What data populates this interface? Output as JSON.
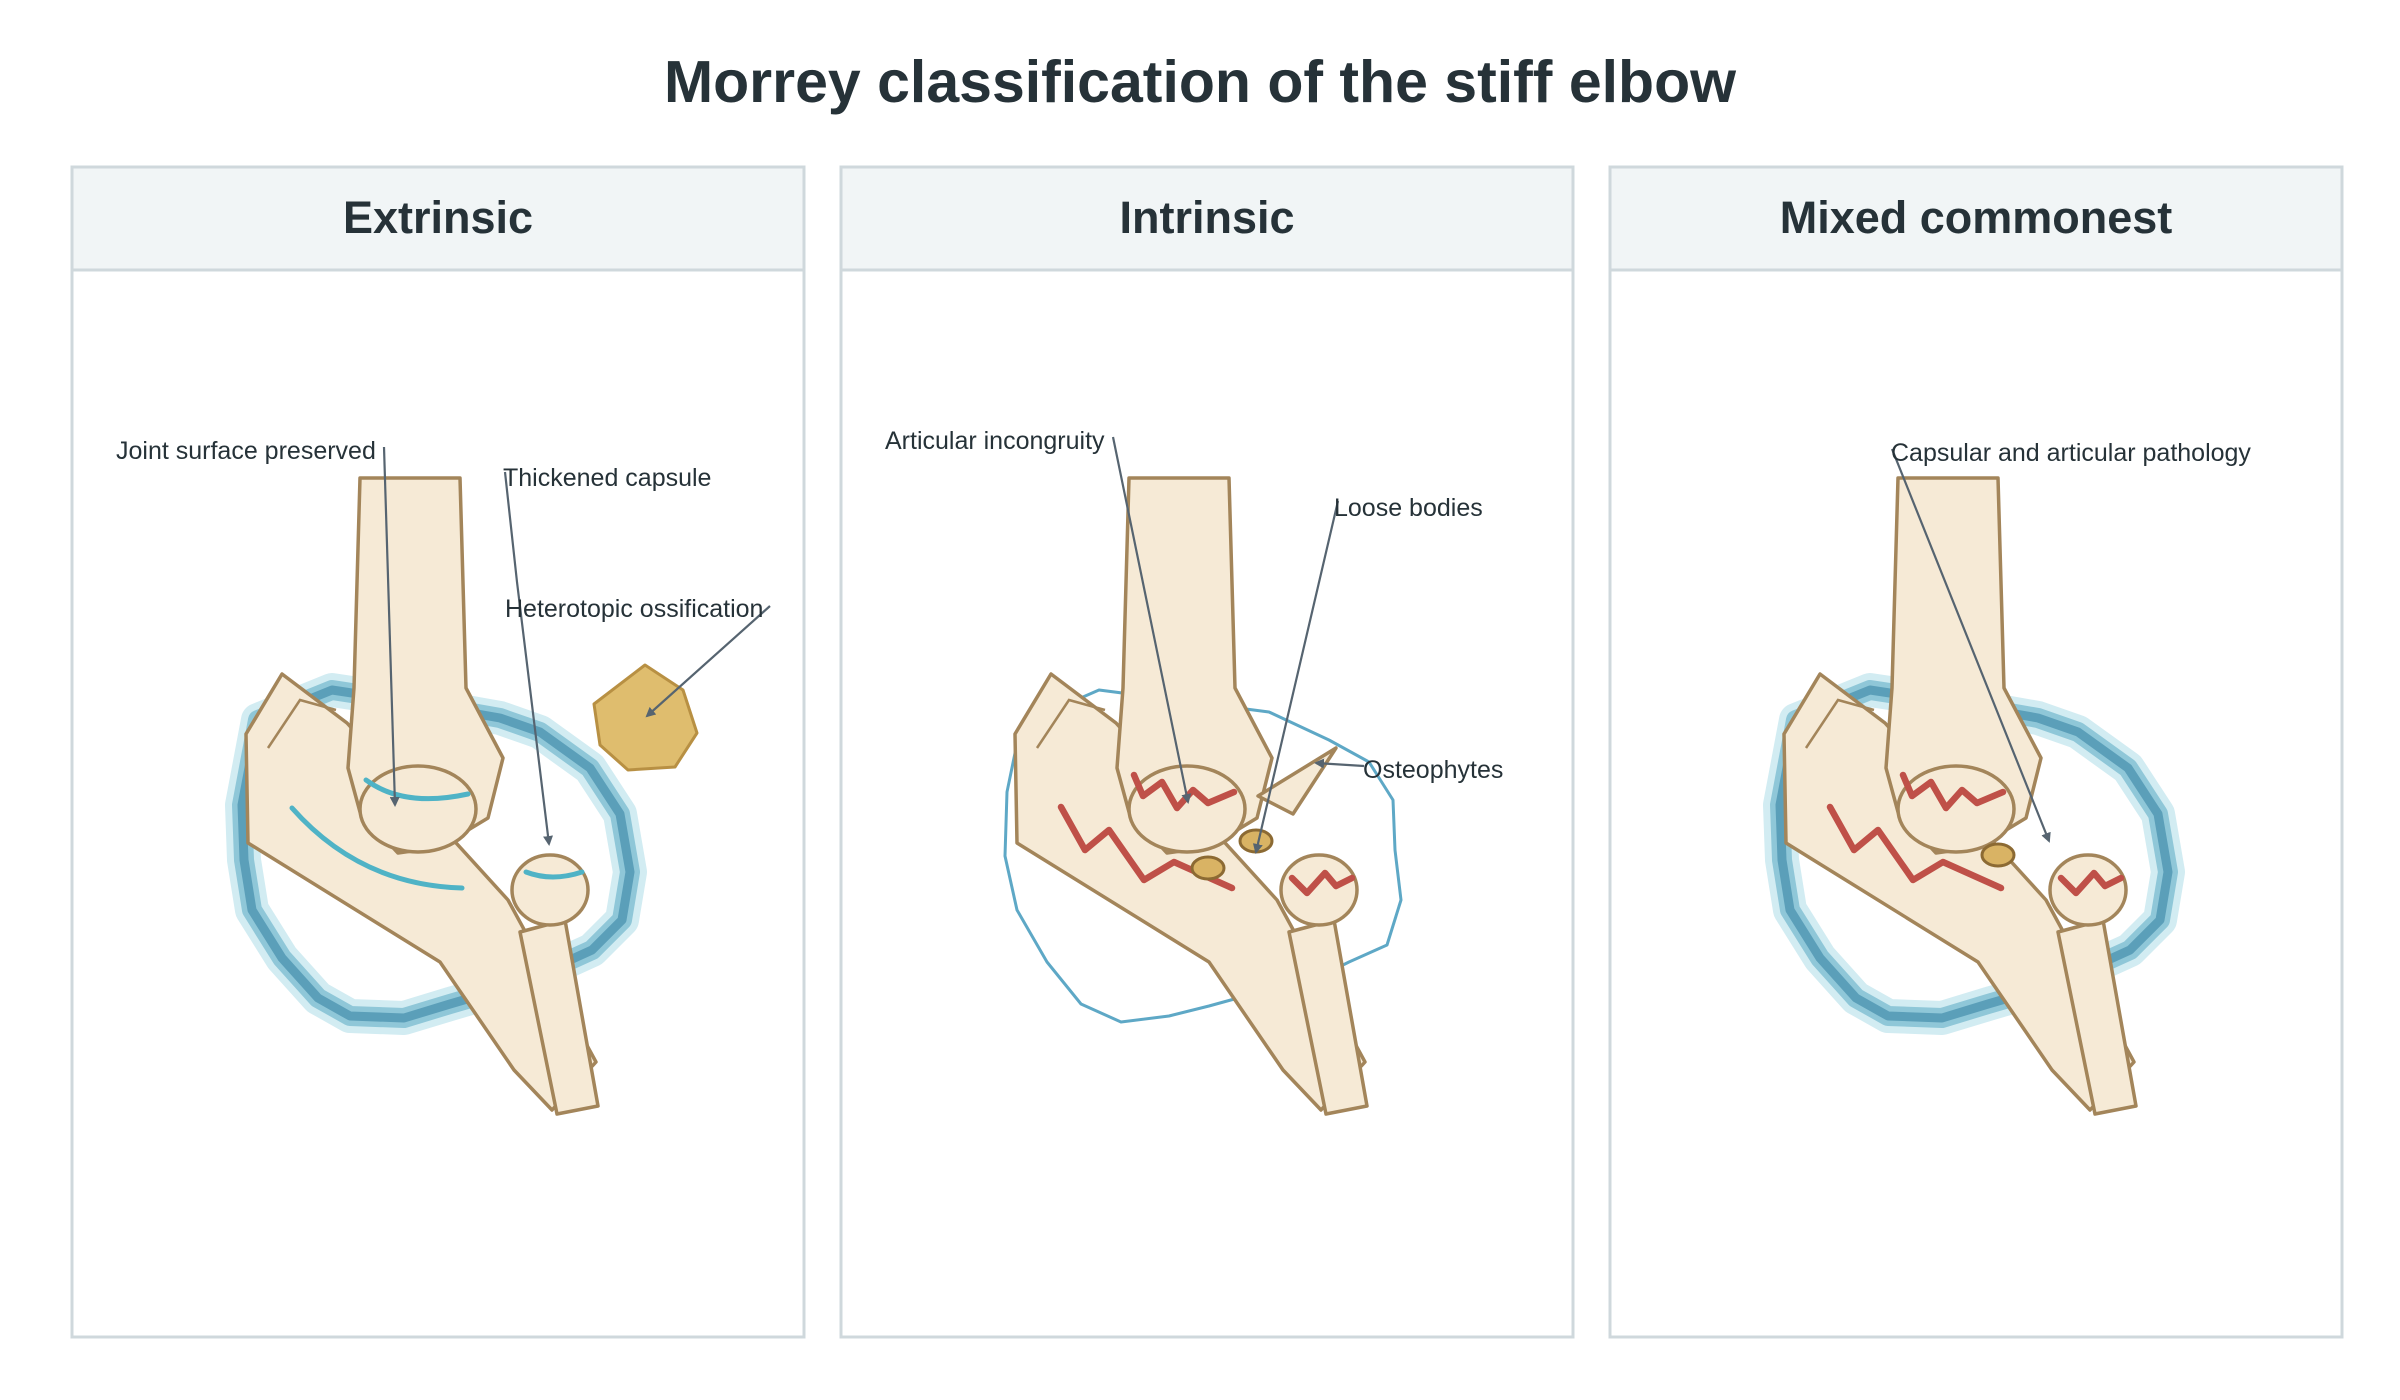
{
  "title": "Morrey classification of the stiff elbow",
  "colors": {
    "panel_border": "#cfd8dc",
    "panel_header_bg": "#f1f5f6",
    "bone_fill": "#f6ead6",
    "bone_outline": "#a3855a",
    "capsule": "#5b9fb9",
    "cartilage": "#4fb3c6",
    "articular_damage": "#bf5048",
    "ossification": "#dfbd6e",
    "text": "#263238"
  },
  "panels": [
    {
      "id": "extrinsic",
      "title": "Extrinsic",
      "labels": {
        "joint_surface": "Joint surface preserved",
        "capsule": "Thickened capsule",
        "ho": "Heterotopic ossification"
      }
    },
    {
      "id": "intrinsic",
      "title": "Intrinsic",
      "labels": {
        "incongruity": "Articular incongruity",
        "loose_bodies": "Loose bodies",
        "osteophytes": "Osteophytes"
      }
    },
    {
      "id": "mixed",
      "title": "Mixed commonest",
      "labels": {
        "pathology": "Capsular and articular pathology"
      }
    }
  ]
}
